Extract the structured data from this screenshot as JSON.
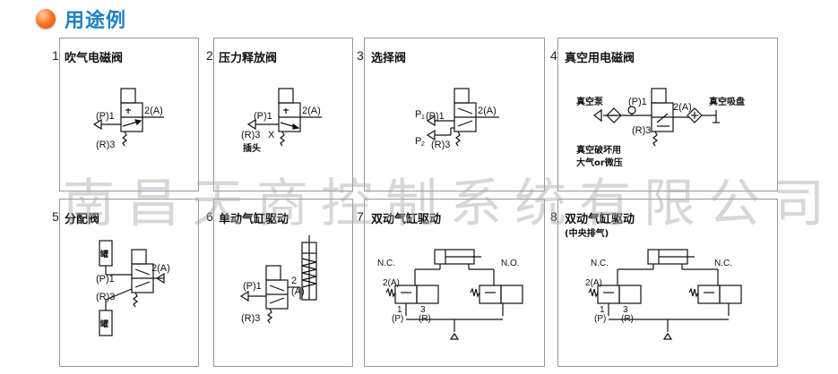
{
  "header": {
    "title": "用途例"
  },
  "panels": [
    {
      "num": "1",
      "title": "吹气电磁阀",
      "labels": {
        "p": "(P)1",
        "a": "2(A)",
        "r": "(R)3"
      }
    },
    {
      "num": "2",
      "title": "压力释放阀",
      "labels": {
        "p": "(P)1",
        "a": "2(A)",
        "r": "(R)3",
        "x": "X",
        "plug": "插头"
      }
    },
    {
      "num": "3",
      "title": "选择阀",
      "labels": {
        "p1": "P",
        "p1sub": "1",
        "p2": "P",
        "p2sub": "2",
        "p": "(P)1",
        "a": "2(A)",
        "r": "(R)3"
      }
    },
    {
      "num": "4",
      "title": "真空用电磁阀",
      "labels": {
        "pump": "真空泵",
        "p": "(P)1",
        "a": "2(A)",
        "r": "(R)3",
        "cup": "真空吸盘",
        "note1": "真空破坏用",
        "note2": "大气or微压"
      }
    },
    {
      "num": "5",
      "title": "分配阀",
      "labels": {
        "tank1": "罐",
        "tank2": "罐",
        "a": "2(A)",
        "p": "(P)1",
        "r": "(R)3"
      }
    },
    {
      "num": "6",
      "title": "单动气缸驱动",
      "labels": {
        "two": "2",
        "a": "(A)",
        "p": "(P)1",
        "r": "(R)3"
      }
    },
    {
      "num": "7",
      "title": "双动气缸驱动",
      "labels": {
        "nc": "N.C.",
        "no": "N.O.",
        "a": "2(A)",
        "p1": "1",
        "p": "(P)",
        "r3": "3",
        "r": "(R)"
      }
    },
    {
      "num": "8",
      "title": "双动气缸驱动",
      "sub": "(中央排气)",
      "labels": {
        "nc": "N.C.",
        "no": "N.C.",
        "a": "2(A)",
        "p1": "1",
        "p": "(P)",
        "r3": "3",
        "r": "(R)"
      }
    }
  ],
  "watermark": "南昌天商控制系统有限公司"
}
